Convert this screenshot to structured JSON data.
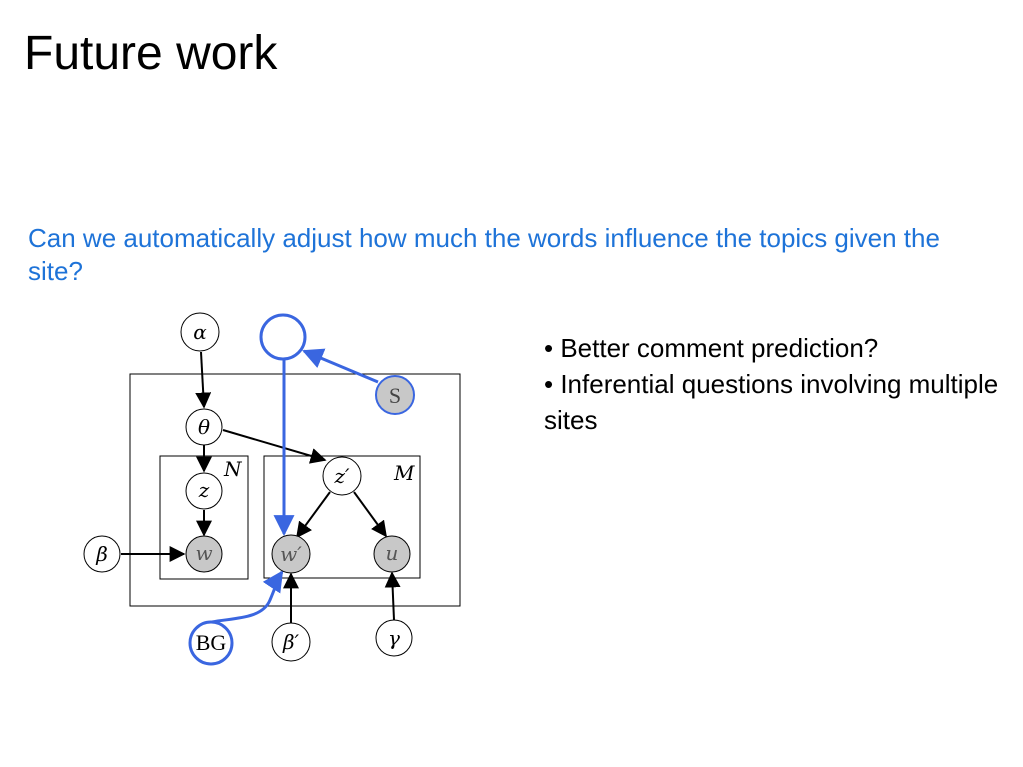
{
  "slide": {
    "title": "Future work",
    "question": "Can we automatically adjust how much the words influence the topics given the site?",
    "bullets": [
      "• Better comment prediction?",
      "• Inferential questions involving multiple sites"
    ]
  },
  "diagram": {
    "nodes": {
      "alpha": "α",
      "theta": "θ",
      "z": "z",
      "w": "w",
      "beta": "β",
      "zprime": "z′",
      "wprime": "w′",
      "u": "u",
      "betaprime": "β′",
      "gamma": "γ",
      "S": "S",
      "BG": "BG"
    },
    "plates": {
      "N": "N",
      "M": "M"
    }
  },
  "colors": {
    "accent_blue": "#3a66e0",
    "question_text": "#1e73d8",
    "observed_fill": "#c8c8c8"
  }
}
